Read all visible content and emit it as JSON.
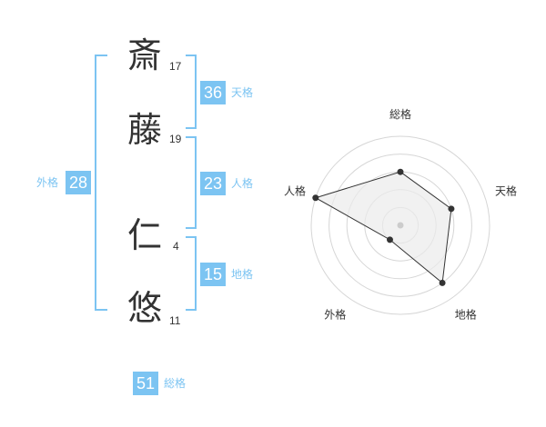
{
  "name": {
    "chars": [
      {
        "char": "斎",
        "strokes": "17"
      },
      {
        "char": "藤",
        "strokes": "19"
      },
      {
        "char": "仁",
        "strokes": "4"
      },
      {
        "char": "悠",
        "strokes": "11"
      }
    ]
  },
  "fortunes": {
    "gaikaku": {
      "value": "28",
      "label": "外格"
    },
    "tenkaku": {
      "value": "36",
      "label": "天格"
    },
    "jinkaku": {
      "value": "23",
      "label": "人格"
    },
    "chikaku": {
      "value": "15",
      "label": "地格"
    },
    "soukaku": {
      "value": "51",
      "label": "総格"
    }
  },
  "colors": {
    "accent": "#7cc4f2",
    "text": "#333333"
  },
  "chart_data": {
    "type": "radar",
    "axes": [
      "総格",
      "天格",
      "地格",
      "外格",
      "人格"
    ],
    "values": [
      3,
      3,
      4,
      1,
      5
    ],
    "max": 5,
    "rings": 5
  }
}
